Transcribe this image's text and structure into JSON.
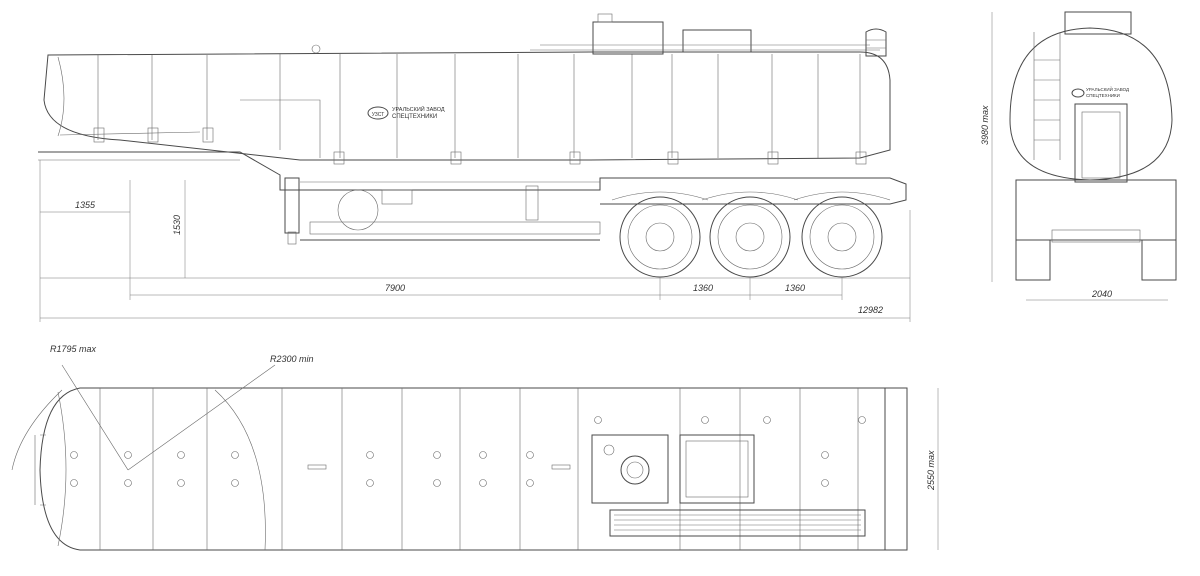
{
  "dimensions": {
    "front_overhang": "1355",
    "coupling_height": "1530",
    "kingpin_to_axle": "7900",
    "axle_spacing_1": "1360",
    "axle_spacing_2": "1360",
    "overall_length": "12982",
    "overall_height": "3980 max",
    "track_width": "2040",
    "overall_width": "2550 max",
    "front_swing_radius": "R1795 max",
    "turning_radius": "R2300 min"
  },
  "logo": {
    "line1": "УРАЛЬСКИЙ ЗАВОД",
    "line2": "СПЕЦТЕХНИКИ",
    "mark": "УЗСТ"
  },
  "colors": {
    "line": "#4a4a4a",
    "dimension": "#777777",
    "background": "#ffffff"
  }
}
